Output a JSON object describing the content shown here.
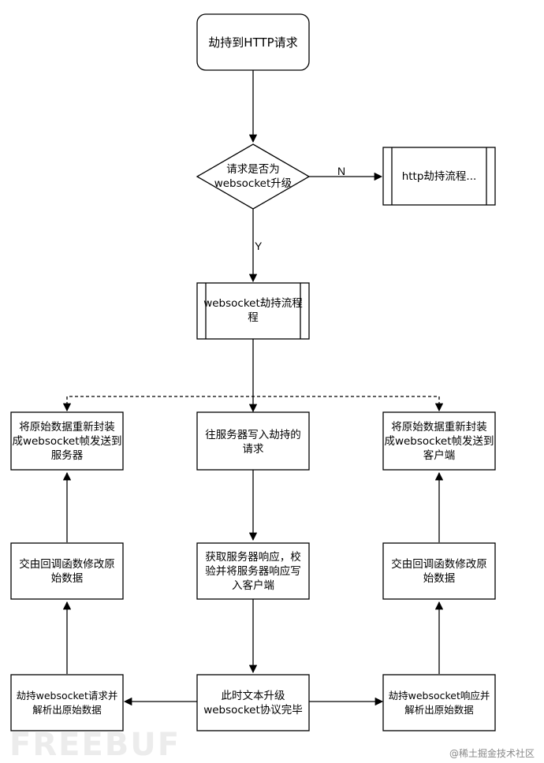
{
  "nodes": {
    "start": "劫持到HTTP请求",
    "decision": [
      "请求是否为",
      "websocket升级"
    ],
    "http_process": "http劫持流程...",
    "ws_process": [
      "websocket劫持流程",
      "程"
    ],
    "left_top": [
      "将原始数据重新封装",
      "成websocket帧发送到",
      "服务器"
    ],
    "center_top": [
      "往服务器写入劫持的",
      "请求"
    ],
    "right_top": [
      "将原始数据重新封装",
      "成websocket帧发送到",
      "客户端"
    ],
    "left_mid": [
      "交由回调函数修改原",
      "始数据"
    ],
    "center_mid": [
      "获取服务器响应，校",
      "验并将服务器响应写",
      "入客户端"
    ],
    "right_mid": [
      "交由回调函数修改原",
      "始数据"
    ],
    "left_bottom": [
      "劫持websocket请求并",
      "解析出原始数据"
    ],
    "center_bottom": [
      "此时文本升级",
      "websocket协议完毕"
    ],
    "right_bottom": [
      "劫持websocket响应并",
      "解析出原始数据"
    ]
  },
  "edge_labels": {
    "no": "N",
    "yes": "Y"
  },
  "watermark": "FREEBUF",
  "credit": "@稀土掘金技术社区"
}
